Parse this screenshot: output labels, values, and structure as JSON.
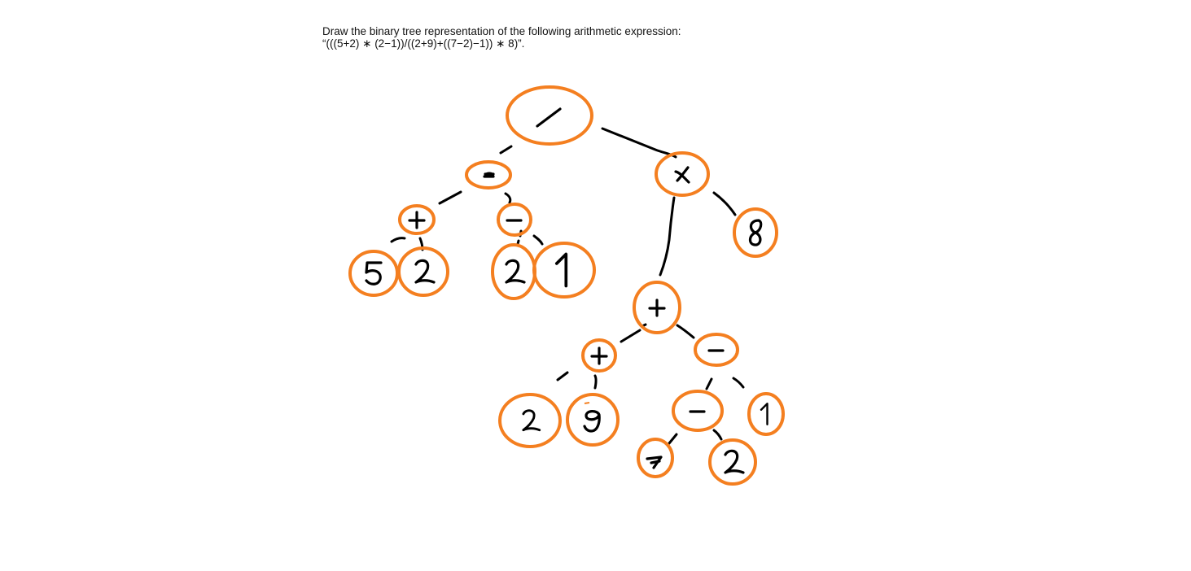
{
  "question": {
    "line1": "Draw the binary tree representation of the following arithmetic expression:",
    "line2": "“(((5+2) ∗ (2−1))/((2+9)+((7−2)−1)) ∗ 8)”."
  },
  "tree": {
    "nodes": [
      {
        "id": "div",
        "symbol": "/"
      },
      {
        "id": "mul1",
        "symbol": "∗"
      },
      {
        "id": "mul2",
        "symbol": "×"
      },
      {
        "id": "plus1",
        "symbol": "+"
      },
      {
        "id": "minus1",
        "symbol": "−"
      },
      {
        "id": "n5",
        "symbol": "5"
      },
      {
        "id": "n2a",
        "symbol": "2"
      },
      {
        "id": "n2b",
        "symbol": "2"
      },
      {
        "id": "n1a",
        "symbol": "1"
      },
      {
        "id": "n8",
        "symbol": "8"
      },
      {
        "id": "plus2",
        "symbol": "+"
      },
      {
        "id": "plus3",
        "symbol": "+"
      },
      {
        "id": "minus2",
        "symbol": "−"
      },
      {
        "id": "n2c",
        "symbol": "2"
      },
      {
        "id": "n9",
        "symbol": "9"
      },
      {
        "id": "minus3",
        "symbol": "−"
      },
      {
        "id": "n1b",
        "symbol": "1"
      },
      {
        "id": "n7",
        "symbol": "7"
      },
      {
        "id": "n2d",
        "symbol": "2"
      }
    ],
    "edges": [
      [
        "div",
        "mul1"
      ],
      [
        "div",
        "mul2"
      ],
      [
        "mul1",
        "plus1"
      ],
      [
        "mul1",
        "minus1"
      ],
      [
        "plus1",
        "n5"
      ],
      [
        "plus1",
        "n2a"
      ],
      [
        "minus1",
        "n2b"
      ],
      [
        "minus1",
        "n1a"
      ],
      [
        "mul2",
        "plus2"
      ],
      [
        "mul2",
        "n8"
      ],
      [
        "plus2",
        "plus3"
      ],
      [
        "plus2",
        "minus2"
      ],
      [
        "plus3",
        "n2c"
      ],
      [
        "plus3",
        "n9"
      ],
      [
        "minus2",
        "minus3"
      ],
      [
        "minus2",
        "n1b"
      ],
      [
        "minus3",
        "n7"
      ],
      [
        "minus3",
        "n2d"
      ]
    ]
  },
  "colors": {
    "node_outline": "#f47f20",
    "ink": "#000000"
  }
}
